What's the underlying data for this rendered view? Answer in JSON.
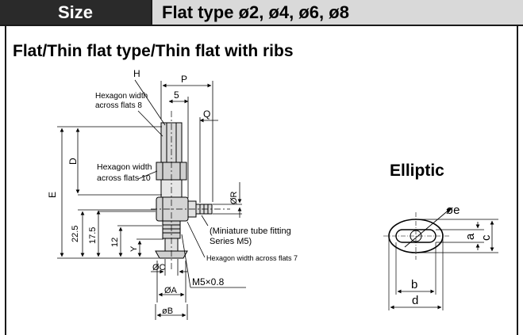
{
  "header": {
    "size_label": "Size",
    "title": "Flat type ø2, ø4, ø6, ø8"
  },
  "subtitle": "Flat/Thin flat type/Thin flat with ribs",
  "side_view": {
    "label_H": "H",
    "label_P": "P",
    "label_5": "5",
    "label_Q": "Q",
    "label_D": "D",
    "label_E": "E",
    "label_22_5": "22.5",
    "label_17_5": "17.5",
    "label_12": "12",
    "label_Y": "Y",
    "label_R": "ØR",
    "label_C": "ØC",
    "label_A": "ØA",
    "label_B": "øB",
    "hex8_line1": "Hexagon width",
    "hex8_line2": "across flats 8",
    "hex10_line1": "Hexagon width",
    "hex10_line2": "across flats 10",
    "fitting_line1": "(Miniature tube fitting",
    "fitting_line2": "Series M5)",
    "hex7": "Hexagon width across flats 7",
    "thread": "M5×0.8"
  },
  "elliptic_view": {
    "title": "Elliptic",
    "label_e": "øe",
    "label_a": "a",
    "label_c": "c",
    "label_b": "b",
    "label_d": "d"
  }
}
